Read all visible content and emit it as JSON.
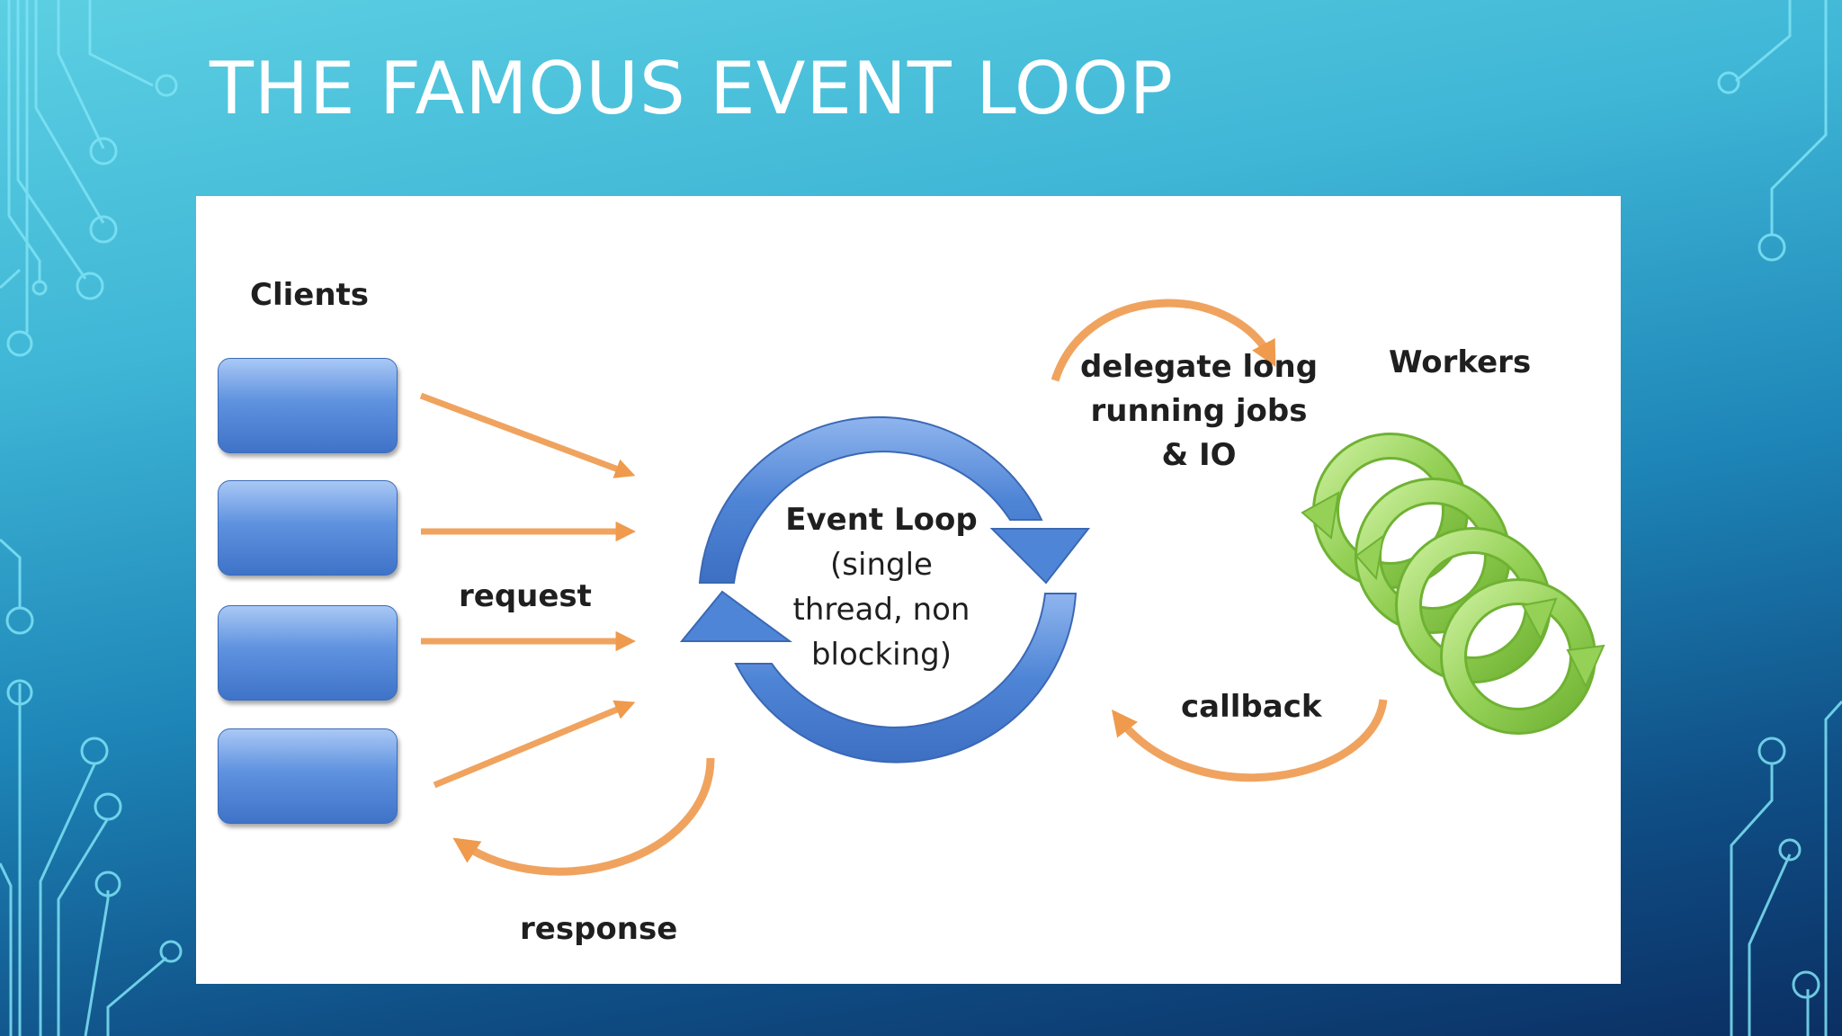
{
  "slide": {
    "title": "THE FAMOUS EVENT LOOP"
  },
  "diagram": {
    "clients_label": "Clients",
    "request_label": "request",
    "response_label": "response",
    "event_loop": {
      "title": "Event Loop",
      "line1": "(single",
      "line2": "thread, non",
      "line3": "blocking)"
    },
    "delegate": {
      "line1": "delegate long",
      "line2": "running jobs",
      "line3": "& IO"
    },
    "workers_label": "Workers",
    "callback_label": "callback",
    "client_count": 4,
    "worker_count": 4,
    "colors": {
      "arrow": "#f0a35e",
      "loop": "#5b8ed8",
      "worker": "#9bd35a",
      "client": "#5f92df"
    }
  }
}
